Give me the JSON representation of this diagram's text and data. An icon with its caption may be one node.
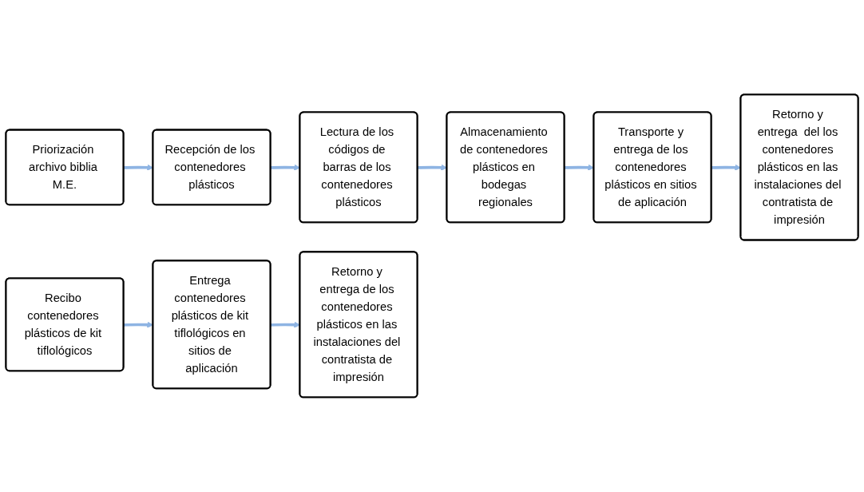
{
  "diagram": {
    "nodes": [
      {
        "text": [
          "Priorización archivo biblia M.E."
        ]
      },
      {
        "text": [
          "Recepción de los contenedores plásticos"
        ]
      },
      {
        "text": [
          "Lectura de los códigos de barras de los contenedores plásticos"
        ]
      },
      {
        "text": [
          "Almacenamiento de contenedores plásticos en bodegas regionales"
        ]
      },
      {
        "text": [
          "Transporte y entrega de los contenedores plásticos en sitios de aplicación"
        ]
      },
      {
        "text": [
          "Retorno y entrega  del los contenedores plásticos en las instalaciones del contratista de impresión"
        ]
      },
      {
        "text": [
          "Recibo contenedores plásticos de kit tiflológicos"
        ]
      },
      {
        "text": [
          "Entrega contenedores plásticos de kit tiflológicos en sitios de aplicación"
        ]
      },
      {
        "text": [
          "Retorno y entrega de los contenedores plásticos en las instalaciones del contratista de impresión"
        ]
      }
    ],
    "edges": [
      {
        "from": 0,
        "to": 1,
        "arrow": "to"
      },
      {
        "from": 1,
        "to": 2,
        "arrow": "to"
      },
      {
        "from": 2,
        "to": 3,
        "arrow": "to"
      },
      {
        "from": 3,
        "to": 4,
        "arrow": "to"
      },
      {
        "from": 4,
        "to": 5,
        "arrow": "to"
      },
      {
        "from": 6,
        "to": 7,
        "arrow": "to"
      },
      {
        "from": 7,
        "to": 8,
        "arrow": "to"
      }
    ]
  }
}
